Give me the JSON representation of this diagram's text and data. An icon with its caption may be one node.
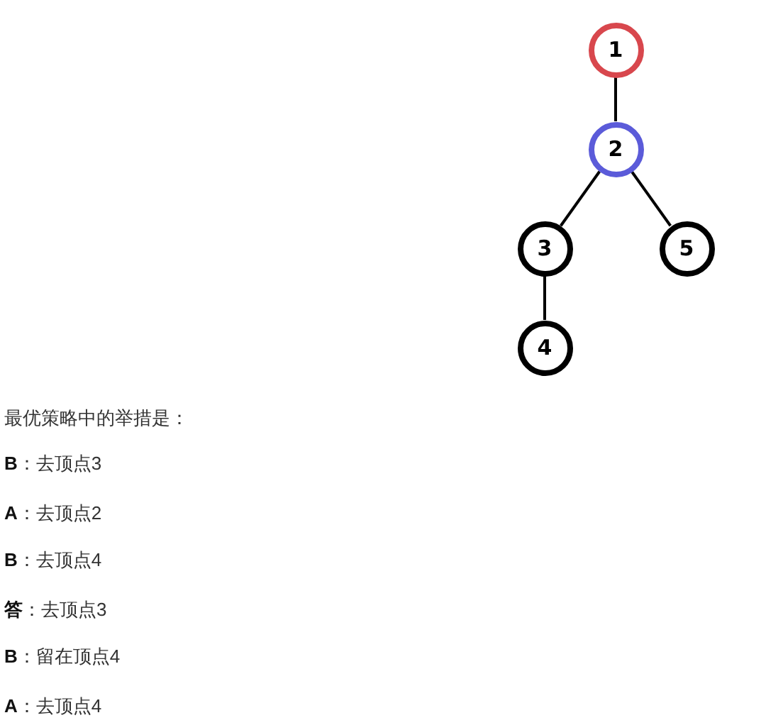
{
  "diagram": {
    "nodes": [
      {
        "text": [
          "1"
        ]
      },
      {
        "text": [
          "2"
        ]
      },
      {
        "text": [
          "3"
        ]
      },
      {
        "text": [
          "5"
        ]
      },
      {
        "text": [
          "4"
        ]
      }
    ],
    "edges": [
      {
        "from": 0,
        "to": 1,
        "arrow": "none"
      },
      {
        "from": 1,
        "to": 2,
        "arrow": "none"
      },
      {
        "from": 1,
        "to": 3,
        "arrow": "none"
      },
      {
        "from": 2,
        "to": 4,
        "arrow": "none"
      }
    ],
    "labels": [
      "最优策略中的举措是：",
      "**B**：去顶点3",
      "**A**：去顶点2",
      "**B**：去顶点4",
      "**答**：去顶点3",
      "**B**：留在顶点4",
      "**A**：去顶点4"
    ]
  }
}
